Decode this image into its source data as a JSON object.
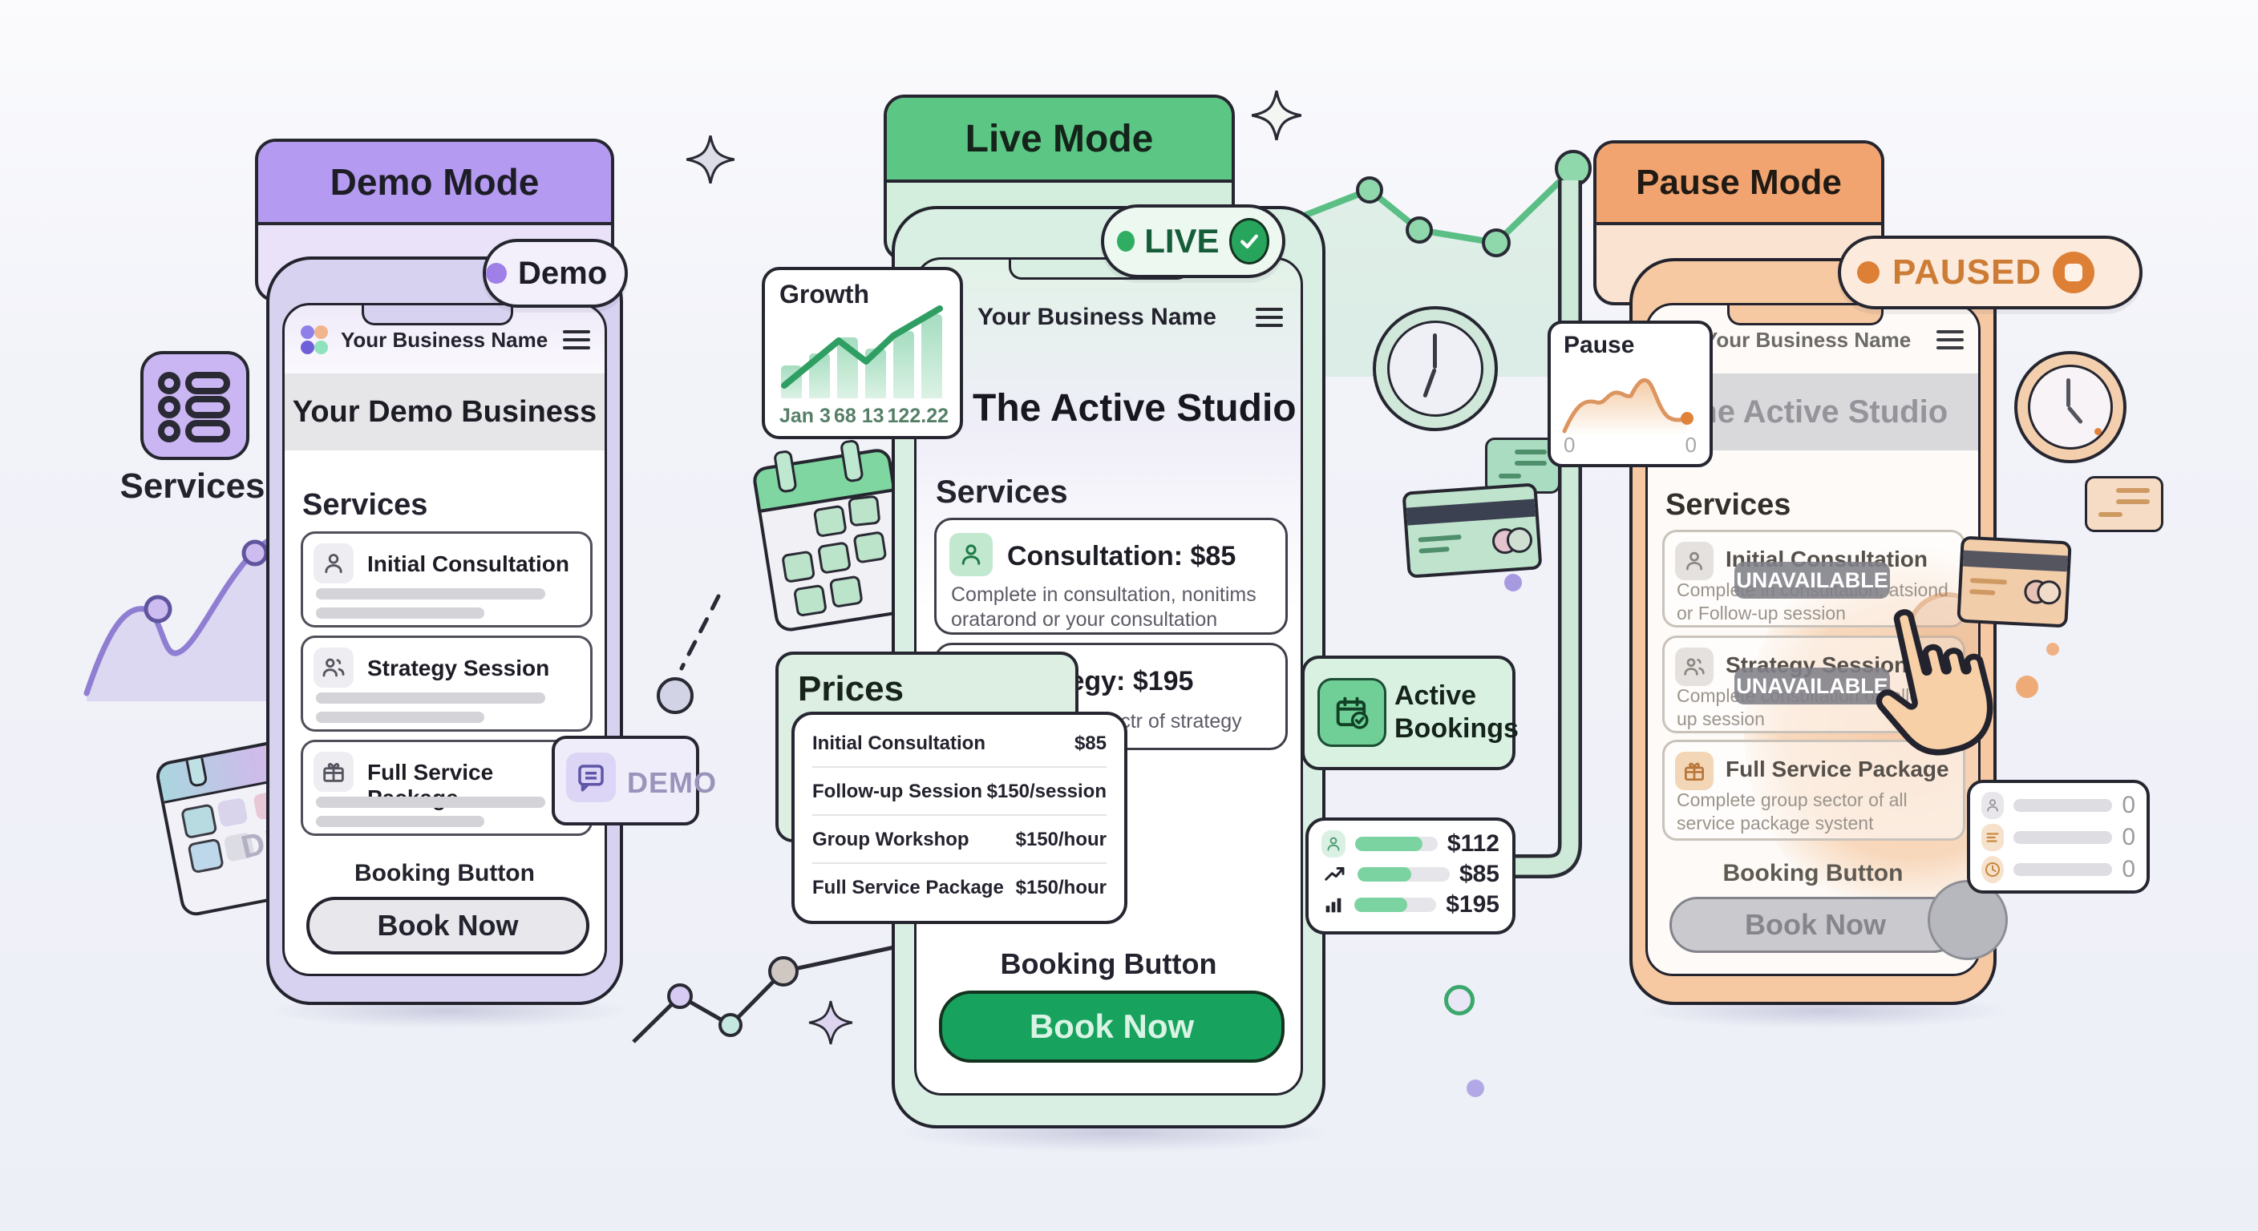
{
  "palette": {
    "ink": "#262630",
    "demo_purple": "#b49af0",
    "demo_accent": "#9f7fe8",
    "live_green": "#5cc785",
    "live_button_green": "#17a25d",
    "success_green": "#2fae63",
    "pause_orange": "#f2a470",
    "pause_accent": "#dd7f35",
    "unavailable_gray": "#80808a"
  },
  "left_panel": {
    "services_label": "Services"
  },
  "demo": {
    "mode_title": "Demo Mode",
    "badge_label": "Demo",
    "appbar_business": "Your Business Name",
    "banner": "Your Demo Business",
    "services_heading": "Services",
    "services": [
      {
        "name": "Initial Consultation",
        "icon": "person-icon"
      },
      {
        "name": "Strategy Session",
        "icon": "people-icon"
      },
      {
        "name": "Full Service Package",
        "icon": "gift-icon"
      }
    ],
    "booking_label": "Booking Button",
    "book_button": "Book Now",
    "demo_badge": "DEMO",
    "calendar_watermark": "DEMO"
  },
  "live": {
    "mode_title": "Live Mode",
    "badge_label": "LIVE",
    "growth": {
      "title": "Growth",
      "x_labels": [
        "Jan 3",
        "68 13",
        "122.22"
      ],
      "bars": [
        38,
        52,
        70,
        57,
        78,
        97
      ]
    },
    "appbar_business": "Your Business Name",
    "studio_title": "The Active Studio",
    "services_heading": "Services",
    "services": [
      {
        "name": "Consultation: $85",
        "desc": "Complete in consultation, nonitims oratarond or your consultation",
        "icon": "person-icon"
      },
      {
        "name": "Strategy: $195",
        "desc": "Complete group sectr of strategy goal",
        "icon": "people-icon"
      }
    ],
    "prices_title": "Prices",
    "price_rows": [
      {
        "service": "Initial Consultation",
        "price": "$85"
      },
      {
        "service": "Follow-up Session",
        "price": "$150/session"
      },
      {
        "service": "Group Workshop",
        "price": "$150/hour"
      },
      {
        "service": "Full Service Package",
        "price": "$150/hour"
      }
    ],
    "booking_label": "Booking Button",
    "book_button": "Book Now",
    "active_bookings_label": "Active Bookings",
    "stats": [
      {
        "icon": "person-icon",
        "value": "$112",
        "fill": 82
      },
      {
        "icon": "trend-icon",
        "value": "$85",
        "fill": 58
      },
      {
        "icon": "bar-chart-icon",
        "value": "$195",
        "fill": 64
      }
    ]
  },
  "pause": {
    "mode_title": "Pause Mode",
    "badge_label": "PAUSED",
    "pause_card": {
      "title": "Pause",
      "left_label": "0",
      "right_label": "0"
    },
    "appbar_business": "Your Business Name",
    "banner": "The Active Studio",
    "services_heading": "Services",
    "services": [
      {
        "name": "Initial Consultation",
        "desc": "Complete in consultation, atsiond or Follow-up session",
        "unavailable": true
      },
      {
        "name": "Strategy Session",
        "desc": "Complete consultation or follow-up session",
        "unavailable": true
      },
      {
        "name": "Full Service Package",
        "desc": "Complete group sector of all service package systent",
        "unavailable": false
      }
    ],
    "unavailable_label": "UNAVAILABLE",
    "booking_label": "Booking Button",
    "book_button": "Book Now",
    "mini_stats": [
      {
        "value": "0"
      },
      {
        "value": "0"
      },
      {
        "value": "0"
      }
    ]
  }
}
